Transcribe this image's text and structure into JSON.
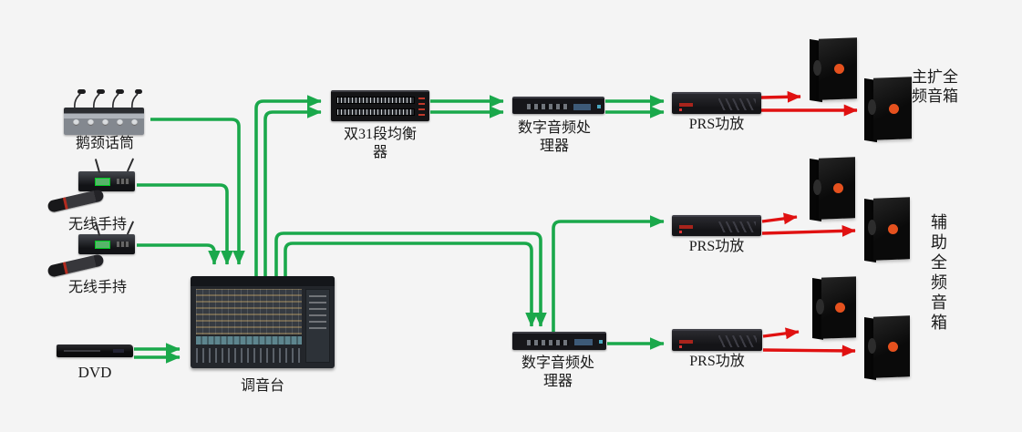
{
  "colors": {
    "background": "#f4f4f4",
    "signal_line_green": "#1aa84b",
    "speaker_line_red": "#e01111",
    "speaker_dot_orange": "#e5511e"
  },
  "devices": {
    "gooseneck_mic": {
      "label": "鹅颈话筒"
    },
    "wireless_handheld_1": {
      "label": "无线手持"
    },
    "wireless_handheld_2": {
      "label": "无线手持"
    },
    "dvd": {
      "label": "DVD"
    },
    "mixer": {
      "label": "调音台"
    },
    "equalizer": {
      "label_line1": "双31段均衡",
      "label_line2": "器"
    },
    "digital_processor_top": {
      "label_line1": "数字音频处",
      "label_line2": "理器"
    },
    "digital_processor_bottom": {
      "label_line1": "数字音频处",
      "label_line2": "理器"
    },
    "amp_top": {
      "label": "PRS功放"
    },
    "amp_mid": {
      "label": "PRS功放"
    },
    "amp_bottom": {
      "label": "PRS功放"
    },
    "speakers_main": {
      "label_line1": "主扩全",
      "label_line2": "频音箱"
    },
    "speakers_aux": {
      "label": "辅助全频音箱"
    }
  },
  "connections": [
    {
      "from": "鹅颈话筒",
      "to": "调音台",
      "color": "green",
      "lines": 1
    },
    {
      "from": "无线手持(上)",
      "to": "调音台",
      "color": "green",
      "lines": 1
    },
    {
      "from": "无线手持(下)",
      "to": "调音台",
      "color": "green",
      "lines": 1
    },
    {
      "from": "DVD",
      "to": "调音台",
      "color": "green",
      "lines": 2
    },
    {
      "from": "调音台",
      "to": "双31段均衡器",
      "color": "green",
      "lines": 2
    },
    {
      "from": "调音台",
      "to": "数字音频处理器(下)",
      "color": "green",
      "lines": 2
    },
    {
      "from": "双31段均衡器",
      "to": "数字音频处理器(上)",
      "color": "green",
      "lines": 2
    },
    {
      "from": "数字音频处理器(上)",
      "to": "PRS功放(上)",
      "color": "green",
      "lines": 2
    },
    {
      "from": "数字音频处理器(下)",
      "to": "PRS功放(中)",
      "color": "green",
      "lines": 1
    },
    {
      "from": "数字音频处理器(下)",
      "to": "PRS功放(下)",
      "color": "green",
      "lines": 1
    },
    {
      "from": "PRS功放(上)",
      "to": "主扩全频音箱",
      "color": "red",
      "lines": 2
    },
    {
      "from": "PRS功放(中)",
      "to": "辅助全频音箱",
      "color": "red",
      "lines": 2
    },
    {
      "from": "PRS功放(下)",
      "to": "辅助全频音箱",
      "color": "red",
      "lines": 2
    }
  ]
}
